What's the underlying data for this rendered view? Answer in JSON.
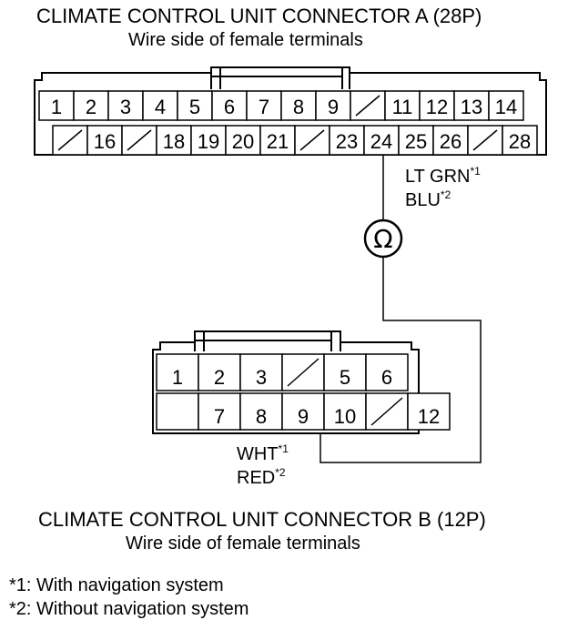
{
  "connector_a": {
    "title": "CLIMATE CONTROL UNIT CONNECTOR A (28P)",
    "subtitle": "Wire side of female terminals",
    "row1": [
      "1",
      "2",
      "3",
      "4",
      "5",
      "6",
      "7",
      "8",
      "9",
      "/",
      "11",
      "12",
      "13",
      "14"
    ],
    "row2": [
      "/",
      "16",
      "/",
      "18",
      "19",
      "20",
      "21",
      "/",
      "23",
      "24",
      "25",
      "26",
      "/",
      "28"
    ]
  },
  "connector_b": {
    "title": "CLIMATE CONTROL UNIT CONNECTOR B (12P)",
    "subtitle": "Wire side of female terminals",
    "row1": [
      "1",
      "2",
      "3",
      "/",
      "5",
      "6"
    ],
    "row2": [
      "",
      "7",
      "8",
      "9",
      "10",
      "/",
      "12"
    ]
  },
  "wire_a": {
    "line1": "LT GRN",
    "sup1": "*1",
    "line2": "BLU",
    "sup2": "*2"
  },
  "wire_b": {
    "line1": "WHT",
    "sup1": "*1",
    "line2": "RED",
    "sup2": "*2"
  },
  "meter_symbol": "Ω",
  "notes": [
    "*1: With navigation system",
    "*2: Without navigation system"
  ]
}
